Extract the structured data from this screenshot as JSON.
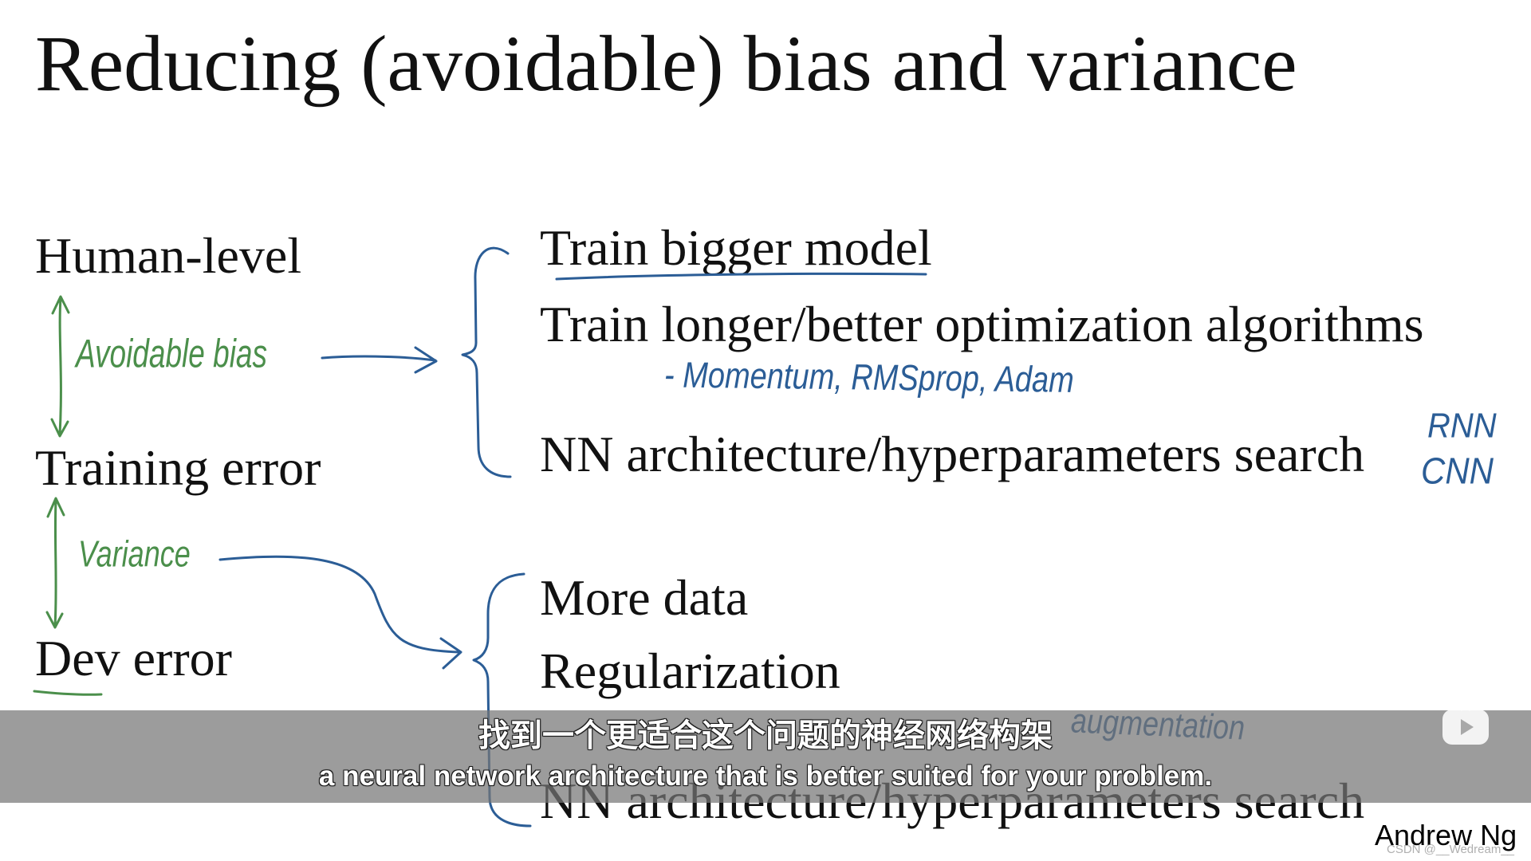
{
  "slide": {
    "title": "Reducing (avoidable) bias and variance",
    "levels": {
      "human_level": "Human-level",
      "training_error": "Training error",
      "dev_error": "Dev error"
    },
    "bias_remedies": [
      "Train bigger model",
      "Train longer/better optimization algorithms",
      "NN architecture/hyperparameters search"
    ],
    "variance_remedies": [
      "More data",
      "Regularization",
      "NN architecture/hyperparameters search"
    ],
    "handwritten": {
      "avoidable_bias": "Avoidable bias",
      "variance": "Variance",
      "optimizers": "- Momentum, RMSprop, Adam",
      "architectures": [
        "RNN",
        "CNN"
      ],
      "augmentation": "augmentation"
    },
    "author": "Andrew Ng"
  },
  "subtitles": {
    "zh": "找到一个更适合这个问题的神经网络构架",
    "en": "a neural network architecture that is better suited for your problem."
  },
  "player": {
    "play_icon": "play-icon"
  },
  "watermark": "CSDN @__Wedream__",
  "colors": {
    "ink_blue": "#2b5d96",
    "ink_green": "#4b8f4b",
    "slide_text": "#111111",
    "subtitle_bar": "rgba(118,118,118,0.72)"
  }
}
